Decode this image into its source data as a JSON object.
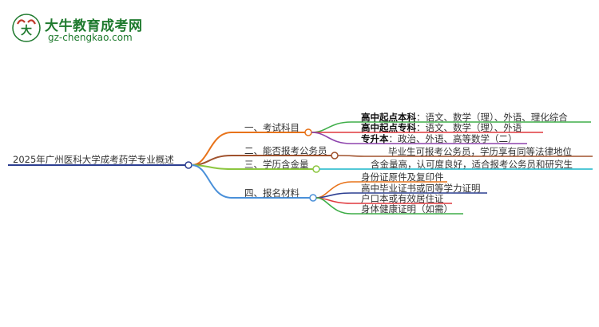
{
  "logo": {
    "title": "大牛教育成考网",
    "url": "gz-chengkao.com"
  },
  "mindmap": {
    "root": "2025年广州医科大学成考药学专业概述",
    "branches": [
      {
        "label": "一、考试科目",
        "color": "#e8731a",
        "children": [
          {
            "bold": "高中起点本科",
            "text": "：语文、数学（理）、外语、理化综合",
            "color": "#3fae49"
          },
          {
            "bold": "高中起点专科",
            "text": "：语文、数学（理）、外语",
            "color": "#e0393e"
          },
          {
            "bold": "专升本",
            "text": "：政治、外语、高等数学（二）",
            "color": "#8e44ad"
          }
        ]
      },
      {
        "label": "二、能否报考公务员",
        "color": "#a0522d",
        "children": [
          {
            "bold": "",
            "text": "毕业生可报考公务员，学历享有同等法律地位",
            "color": "#a0522d"
          }
        ]
      },
      {
        "label": "三、学历含金量",
        "color": "#8cc63f",
        "children": [
          {
            "bold": "",
            "text": "含金量高，认可度良好，适合报考公务员和研究生",
            "color": "#19b5c9"
          }
        ]
      },
      {
        "label": "四、报名材料",
        "color": "#4a90d9",
        "children": [
          {
            "bold": "",
            "text": "身份证原件及复印件",
            "color": "#e8731a"
          },
          {
            "bold": "",
            "text": "高中毕业证书或同等学力证明",
            "color": "#2c3e91"
          },
          {
            "bold": "",
            "text": "户口本或有效居住证",
            "color": "#e0393e"
          },
          {
            "bold": "",
            "text": "身体健康证明（如需）",
            "color": "#3fae49"
          }
        ]
      }
    ]
  }
}
